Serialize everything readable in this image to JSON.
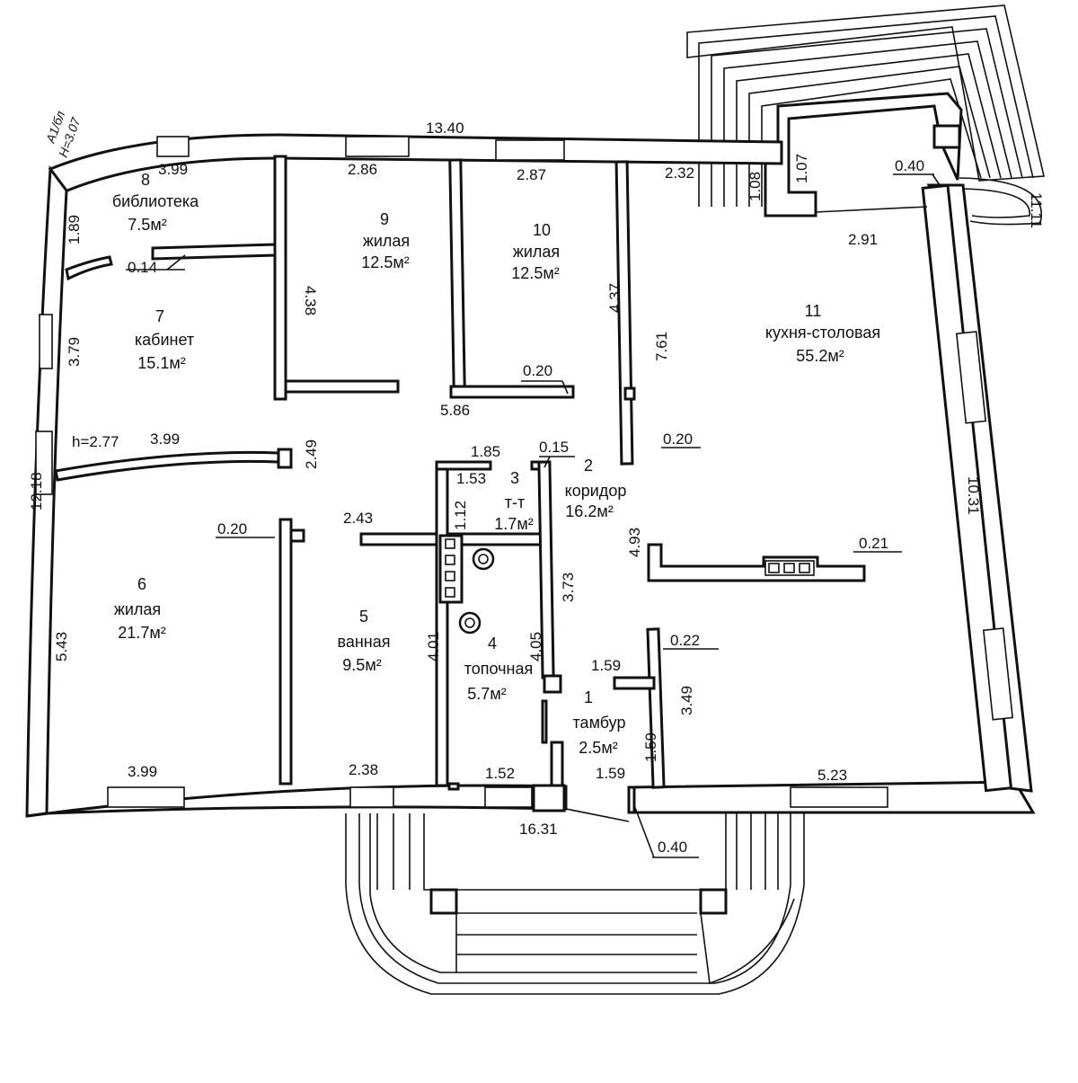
{
  "header": {
    "sheet": "А1/бл",
    "height": "Н=3.07"
  },
  "rooms": [
    {
      "number": "1",
      "name": "тамбур",
      "area": "2.5м²"
    },
    {
      "number": "2",
      "name": "коридор",
      "area": "16.2м²"
    },
    {
      "number": "3",
      "name": "т-т",
      "area": "1.7м²"
    },
    {
      "number": "4",
      "name": "топочная",
      "area": "5.7м²"
    },
    {
      "number": "5",
      "name": "ванная",
      "area": "9.5м²"
    },
    {
      "number": "6",
      "name": "жилая",
      "area": "21.7м²"
    },
    {
      "number": "7",
      "name": "кабинет",
      "area": "15.1м²"
    },
    {
      "number": "8",
      "name": "библиотека",
      "area": "7.5м²"
    },
    {
      "number": "9",
      "name": "жилая",
      "area": "12.5м²"
    },
    {
      "number": "10",
      "name": "жилая",
      "area": "12.5м²"
    },
    {
      "number": "11",
      "name": "кухня-столовая",
      "area": "55.2м²"
    }
  ],
  "dimensions": {
    "top_total": "13.40",
    "bottom_total": "16.31",
    "right_total": "11.11",
    "right_inner": "10.31",
    "left_total": "12.18",
    "h_library": "h=2.77",
    "d_3_99_a": "3.99",
    "d_3_99_b": "3.99",
    "d_3_99_c": "3.99",
    "d_2_86": "2.86",
    "d_2_87": "2.87",
    "d_2_32": "2.32",
    "d_1_08": "1.08",
    "d_1_07": "1.07",
    "d_0_40_top": "0.40",
    "d_2_91": "2.91",
    "d_1_89": "1.89",
    "d_0_14": "0.14",
    "d_4_38": "4.38",
    "d_4_37": "4.37",
    "d_7_61": "7.61",
    "d_0_20_a": "0.20",
    "d_5_86": "5.86",
    "d_3_79": "3.79",
    "d_2_49": "2.49",
    "d_0_20_b": "0.20",
    "d_1_85": "1.85",
    "d_0_15": "0.15",
    "d_1_53": "1.53",
    "d_1_12": "1.12",
    "d_2_43": "2.43",
    "d_0_20_c": "0.20",
    "d_4_93": "4.93",
    "d_0_21": "0.21",
    "d_3_73": "3.73",
    "d_4_01": "4.01",
    "d_4_05": "4.05",
    "d_5_43": "5.43",
    "d_0_22": "0.22",
    "d_1_59_a": "1.59",
    "d_1_59_b": "1.59",
    "d_1_59_c": "1.59",
    "d_3_49": "3.49",
    "d_2_38": "2.38",
    "d_1_52": "1.52",
    "d_5_23": "5.23",
    "d_0_40_bottom": "0.40"
  }
}
